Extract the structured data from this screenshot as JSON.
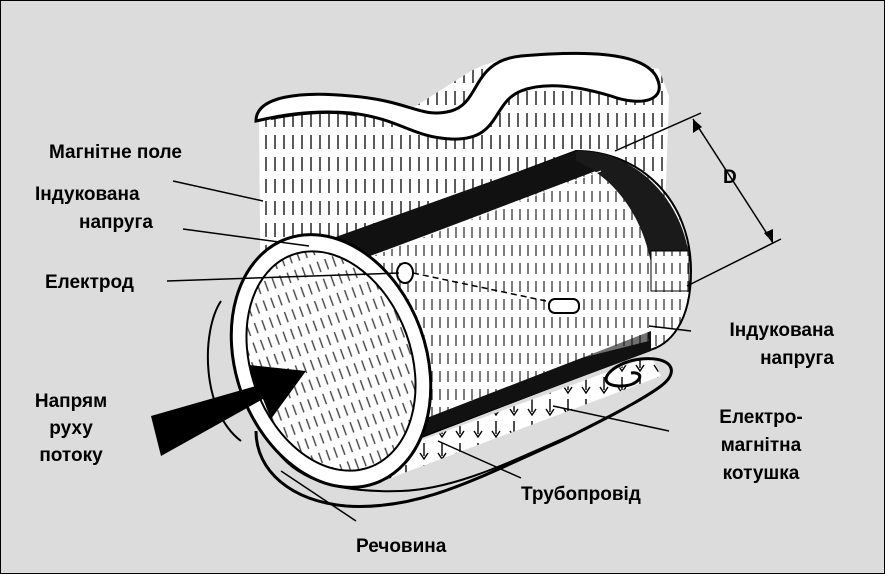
{
  "labels": {
    "magnetic_field": "Магнітне поле",
    "induced_voltage_left_1": "Індукована",
    "induced_voltage_left_2": "напруга",
    "electrode": "Електрод",
    "flow_direction_1": "Напрям",
    "flow_direction_2": "руху",
    "flow_direction_3": "потоку",
    "substance": "Речовина",
    "pipeline": "Трубопровід",
    "induced_voltage_right_1": "Індукована",
    "induced_voltage_right_2": "напруга",
    "coil_1": "Електро-",
    "coil_2": "магнітна",
    "coil_3": "котушка",
    "diameter": "D"
  },
  "colors": {
    "background": "#dcdcdc",
    "ink": "#000000",
    "pipe_dark": "#111111",
    "field_hatch": "#333333"
  }
}
